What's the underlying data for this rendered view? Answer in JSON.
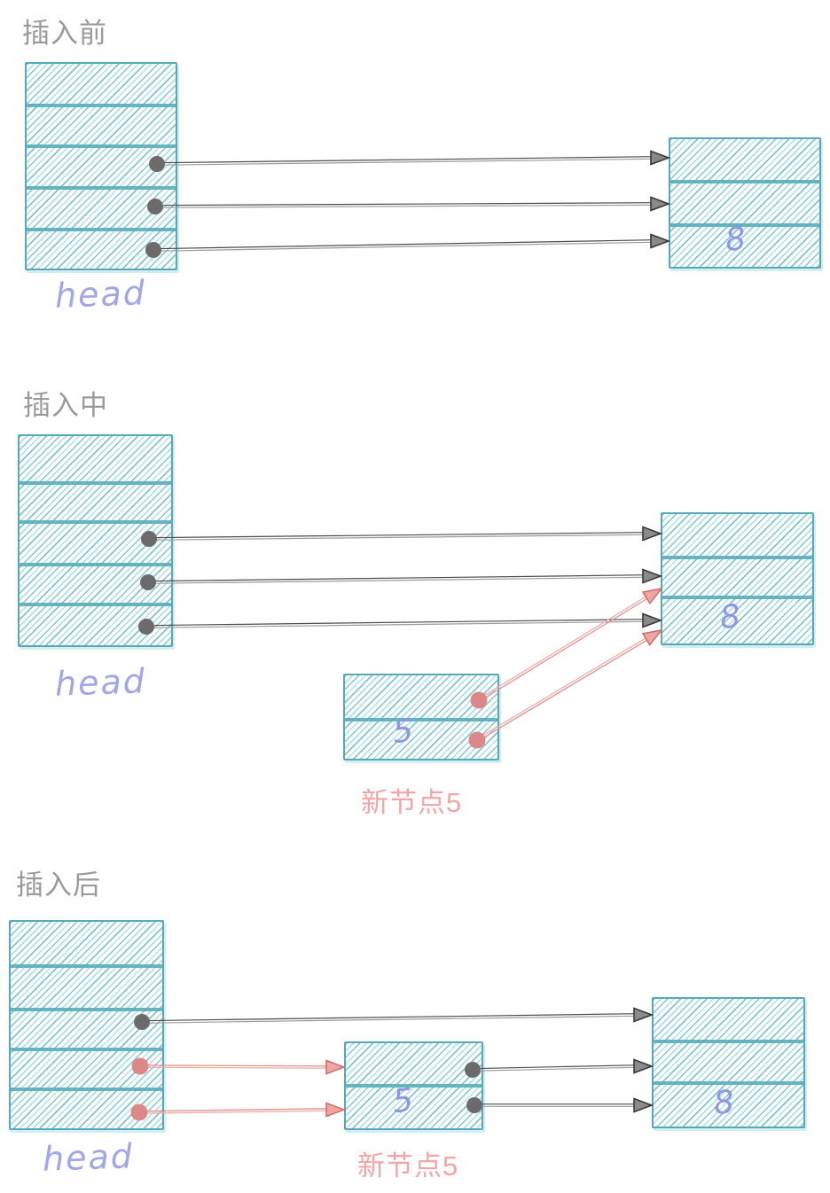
{
  "diagram": {
    "subject": "skip-list insertion steps",
    "sections": [
      {
        "id": "before",
        "title": "插入前",
        "head_label": "head",
        "node8_label": "8"
      },
      {
        "id": "during",
        "title": "插入中",
        "head_label": "head",
        "node8_label": "8",
        "node5_label": "5",
        "node5_caption": "新节点5"
      },
      {
        "id": "after",
        "title": "插入后",
        "head_label": "head",
        "node8_label": "8",
        "node5_label": "5",
        "node5_caption": "新节点5"
      }
    ],
    "colors": {
      "box_border": "#55a9b8",
      "hatch_dark": "#6abcc9",
      "hatch_light": "#a8dce4",
      "title_gray": "#9a9a9a",
      "handwriting_blue": "#9fa7e6",
      "value_blue": "#8d97e2",
      "pointer_dot_gray": "#6b6b6b",
      "arrow_dark": "#4c4c4c",
      "red_pointer": "#dd8888",
      "red_arrow": "#e5918e",
      "caption_pink": "#f2a6a6"
    }
  }
}
